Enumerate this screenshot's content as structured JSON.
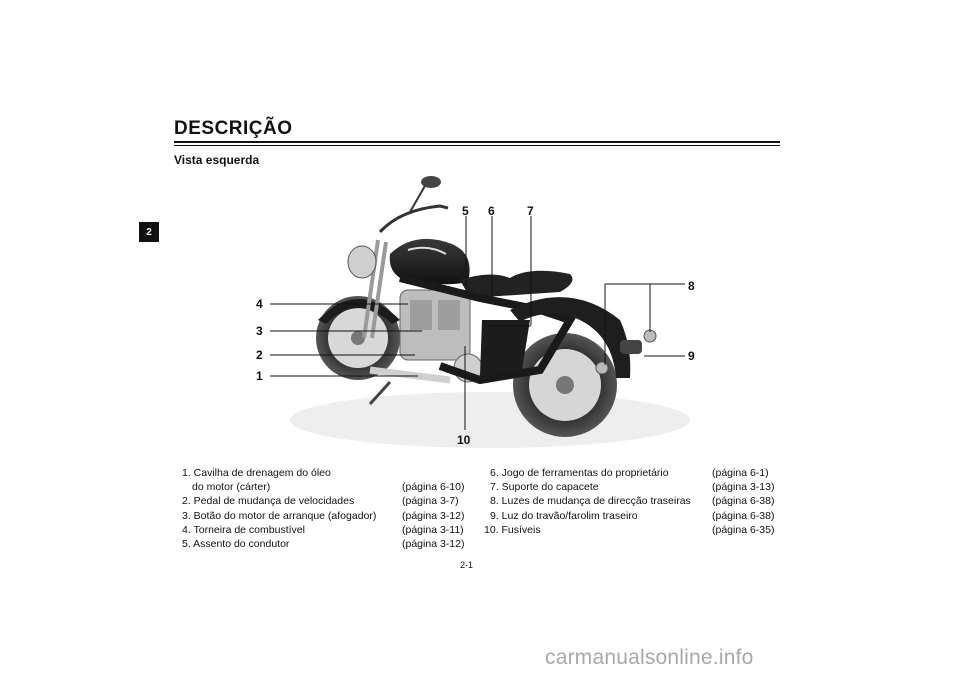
{
  "page": {
    "title": "DESCRIÇÃO",
    "subtitle": "Vista esquerda",
    "chapter_tab": "2",
    "page_number": "2-1",
    "watermark": "carmanualsonline.info"
  },
  "callouts": [
    "1",
    "2",
    "3",
    "4",
    "5",
    "6",
    "7",
    "8",
    "9",
    "10"
  ],
  "legend": {
    "left": [
      {
        "text": "1. Cavilha de drenagem do óleo",
        "ref": ""
      },
      {
        "text": "    do motor (cárter)",
        "ref": "(página 6-10)"
      },
      {
        "text": "2. Pedal de mudança de velocidades",
        "ref": "(página 3-7)"
      },
      {
        "text": "3. Botão do motor de arranque (afogador)",
        "ref": "(página 3-12)"
      },
      {
        "text": "4. Torneira de combustível",
        "ref": "(página 3-11)"
      },
      {
        "text": "5. Assento do condutor",
        "ref": "(página 3-12)"
      }
    ],
    "right": [
      {
        "text": "6. Jogo de ferramentas do proprietário",
        "ref": "(página 6-1)"
      },
      {
        "text": "7. Suporte do capacete",
        "ref": "(página 3-13)"
      },
      {
        "text": "8. Luzes de mudança de direcção traseiras",
        "ref": "(página 6-38)"
      },
      {
        "text": "9. Luz do travão/farolim traseiro",
        "ref": "(página 6-38)"
      },
      {
        "text": "10. Fusíveis",
        "ref": "(página 6-35)"
      }
    ]
  }
}
